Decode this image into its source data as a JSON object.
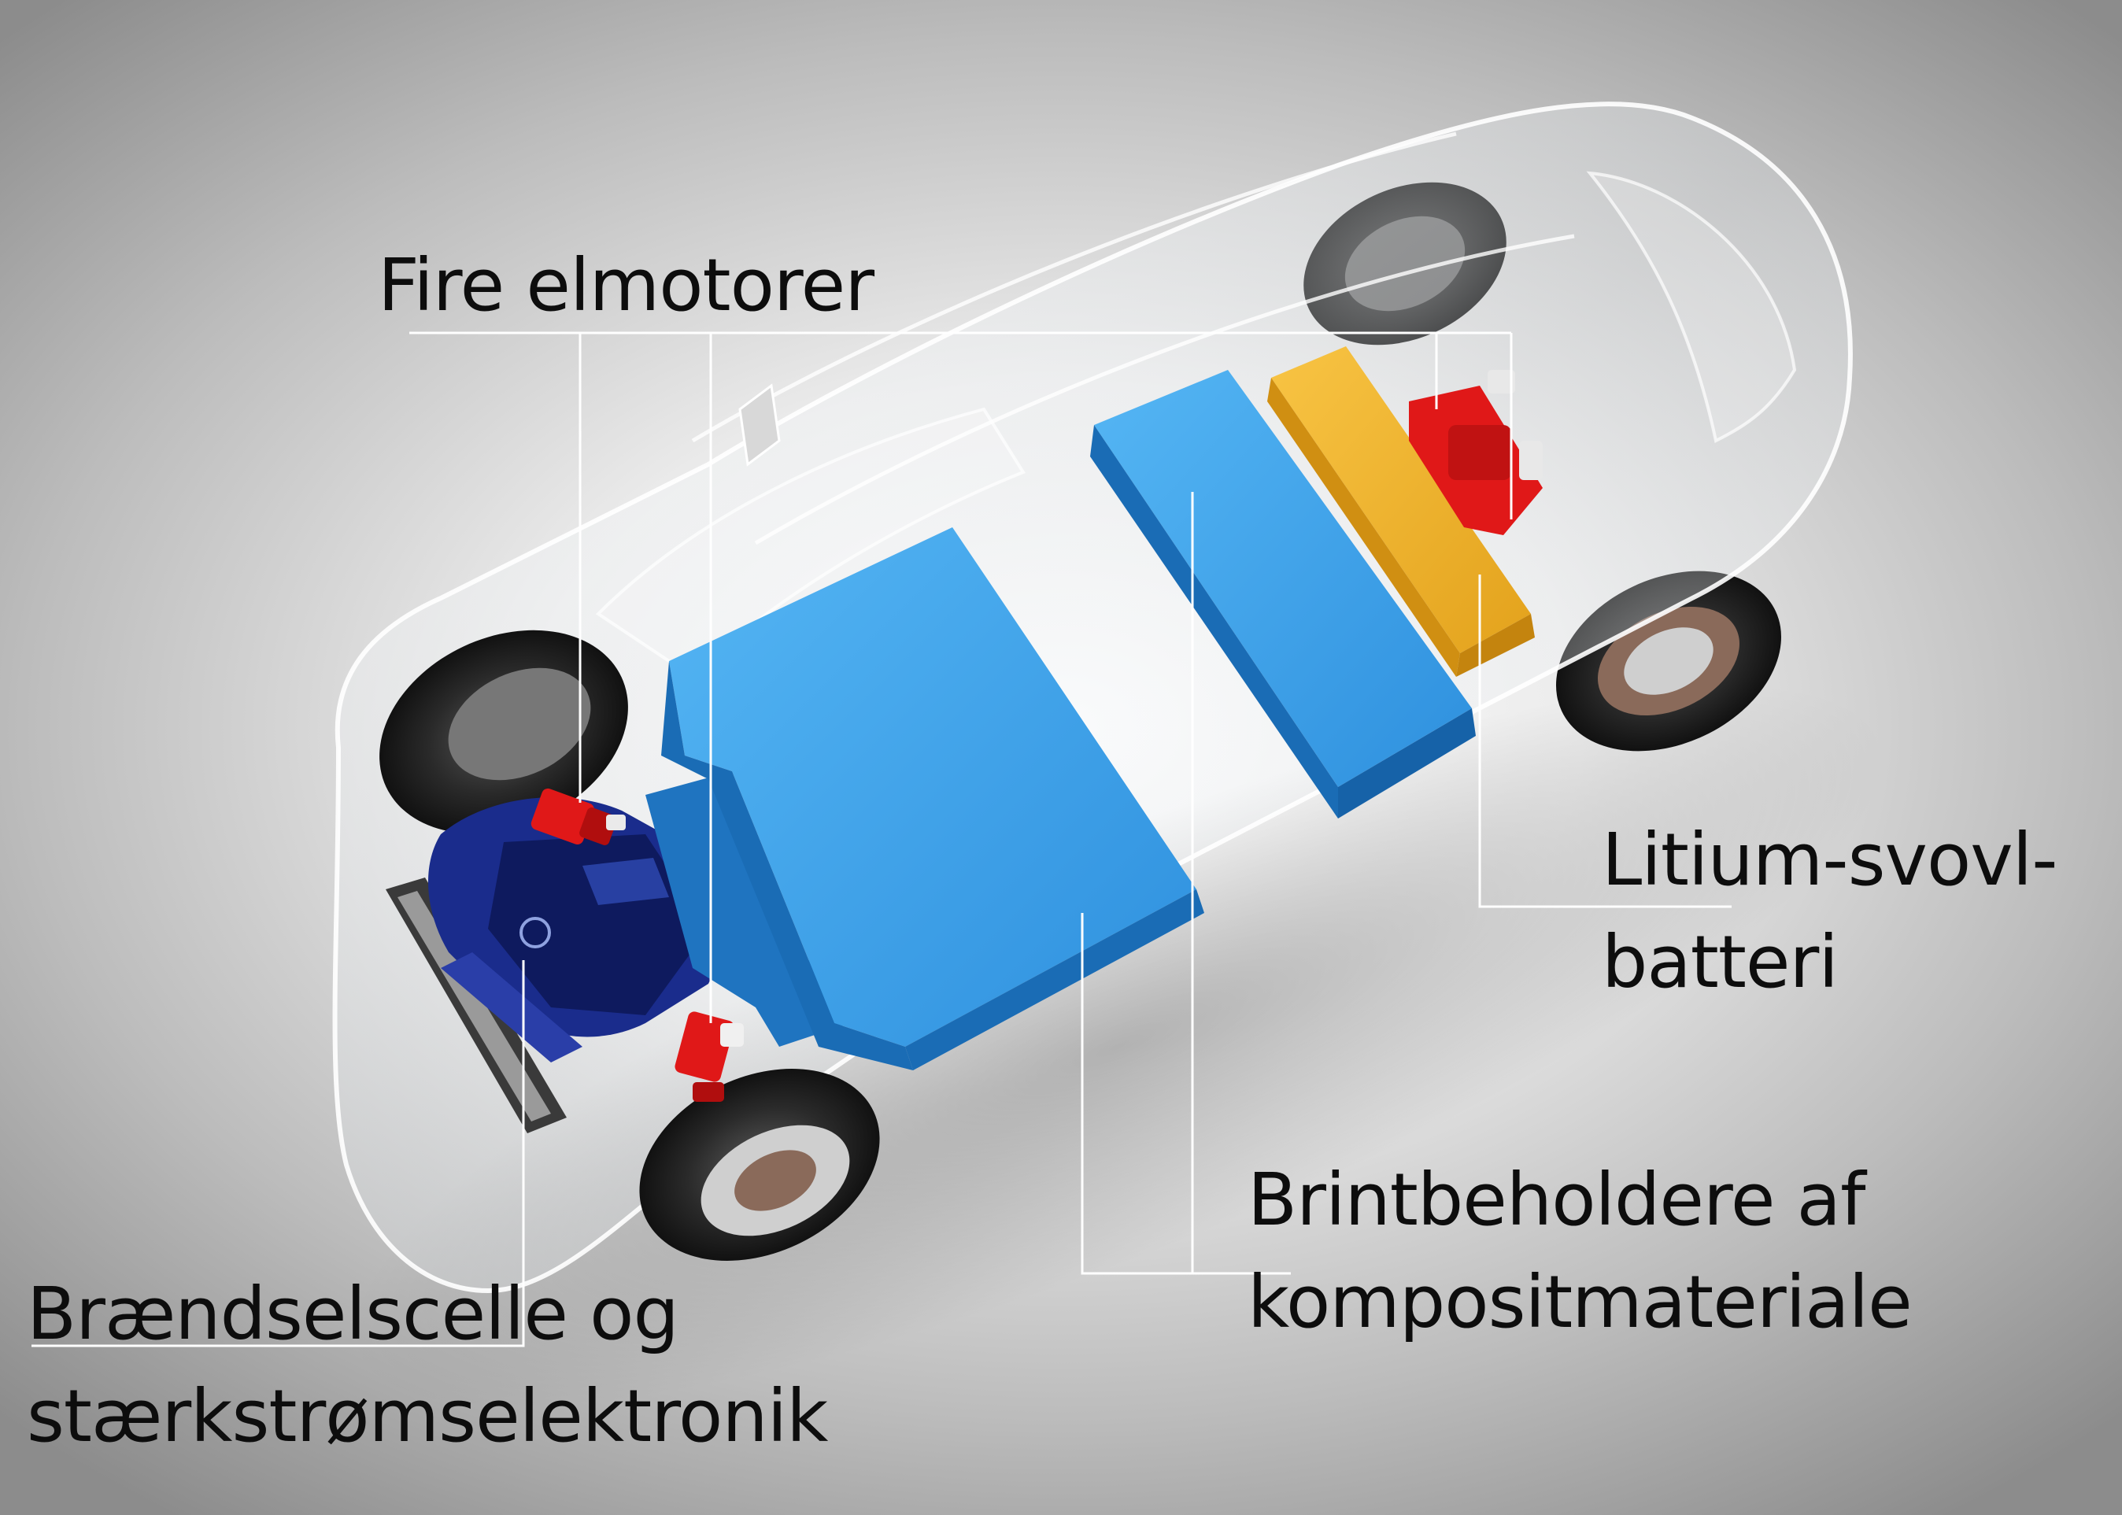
{
  "labels": {
    "motors": "Fire elmotorer",
    "battery_line1": "Litium-svovl-",
    "battery_line2": "batteri",
    "tanks_line1": "Brintbeholdere af",
    "tanks_line2": "kompositmateriale",
    "fuelcell_line1": "Brændselscelle og",
    "fuelcell_line2": "stærkstrømselektronik"
  },
  "colors": {
    "hydrogen_tanks": "#2f95e0",
    "battery": "#f2b630",
    "motors": "#e01818",
    "fuel_cell": "#1a2c8c",
    "leader_lines": "#ffffff"
  }
}
